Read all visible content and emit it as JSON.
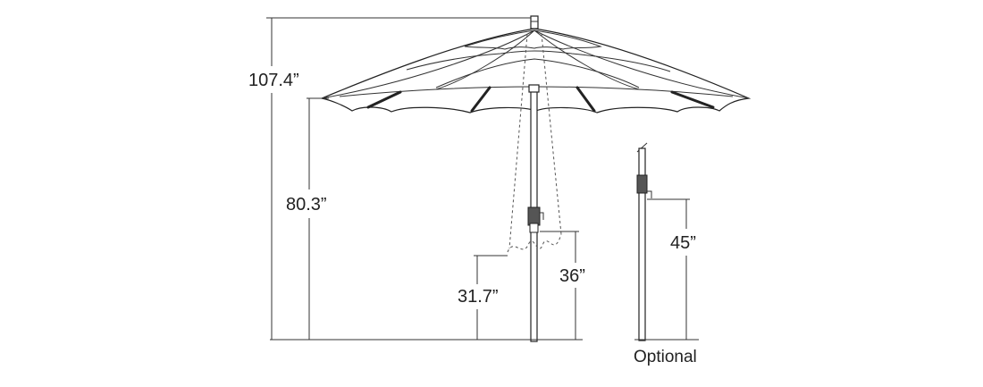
{
  "dimensions": {
    "total_height": "107.4”",
    "clearance_height": "80.3”",
    "tilt_height": "36”",
    "lowered_canopy_height": "31.7”",
    "optional_crank_height": "45”"
  },
  "caption": {
    "optional": "Optional"
  },
  "colors": {
    "line": "#222222",
    "background": "#ffffff"
  }
}
